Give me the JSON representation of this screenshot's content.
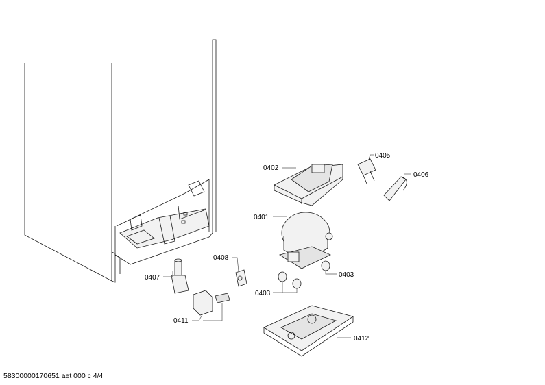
{
  "labels": {
    "l0401": "0401",
    "l0402": "0402",
    "l0403a": "0403",
    "l0403b": "0403",
    "l0405": "0405",
    "l0406": "0406",
    "l0407": "0407",
    "l0408": "0408",
    "l0411": "0411",
    "l0412": "0412"
  },
  "footer": "58300000170651 aet 000 c 4/4"
}
